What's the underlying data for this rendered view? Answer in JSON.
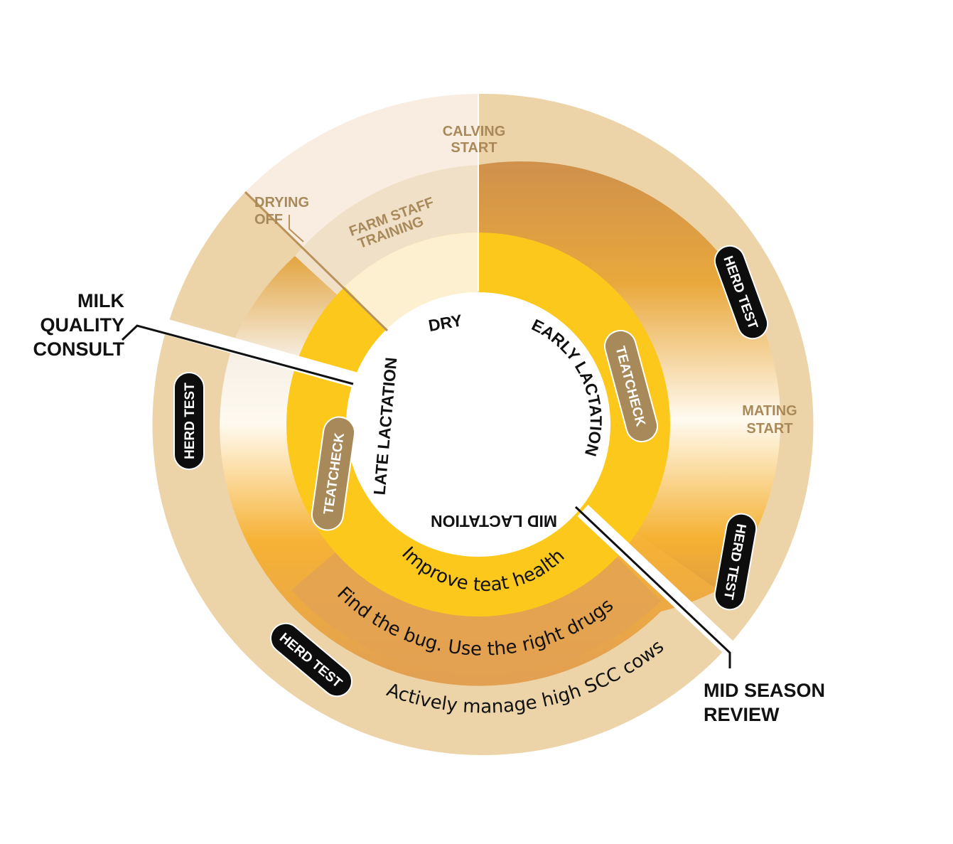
{
  "center_stages": {
    "dry": "DRY",
    "early_lactation": "EARLY LACTATION",
    "mid_lactation": "MID LACTATION",
    "late_lactation": "LATE LACTATION"
  },
  "ring_texts": {
    "improve": "Improve teat health",
    "find_bug": "Find the bug. Use the right drugs",
    "actively": "Actively manage high SCC cows"
  },
  "outer_events": {
    "calving_start_line1": "CALVING",
    "calving_start_line2": "START",
    "mating_start_line1": "MATING",
    "mating_start_line2": "START",
    "drying_off_line1": "DRYING",
    "drying_off_line2": "OFF",
    "farm_staff_line1": "FARM STAFF",
    "farm_staff_line2": "TRAINING"
  },
  "badges": {
    "herd_test": "HERD TEST",
    "teatcheck": "TEATCHECK"
  },
  "callouts": {
    "milk_quality_line1": "MILK",
    "milk_quality_line2": "QUALITY",
    "milk_quality_line3": "CONSULT",
    "mid_season_line1": "MID SEASON",
    "mid_season_line2": "REVIEW"
  },
  "colors": {
    "outer_ring": "#ecd4a8",
    "outer_ring_light": "#f8ede0",
    "staff_ring": "#f0e0c8",
    "dry_fill": "#fdf0d0",
    "yellow": "#fdc81c",
    "orange_dark": "#d39149",
    "event_text": "#a8895a",
    "badge_black": "#0d0d0d",
    "badge_brown": "#a8895a"
  }
}
